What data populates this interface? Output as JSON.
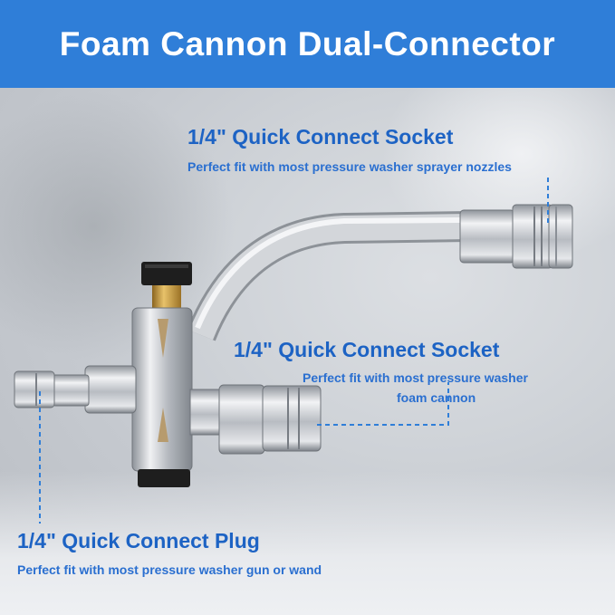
{
  "banner": {
    "title": "Foam Cannon Dual-Connector",
    "color": "#2f7ed8"
  },
  "callouts": [
    {
      "heading": "1/4\" Quick Connect Socket",
      "description": "Perfect fit with most pressure washer sprayer nozzles"
    },
    {
      "heading": "1/4\" Quick Connect Socket",
      "description_line1": "Perfect fit with most pressure washer",
      "description_line2": "foam cannon"
    },
    {
      "heading": "1/4\" Quick Connect Plug",
      "description": "Perfect fit with most pressure washer gun or wand"
    }
  ],
  "colors": {
    "accent": "#1d63c4",
    "metal": "#c9ccd0",
    "knob": "#1e1e1e",
    "brass": "#c99a3c"
  }
}
